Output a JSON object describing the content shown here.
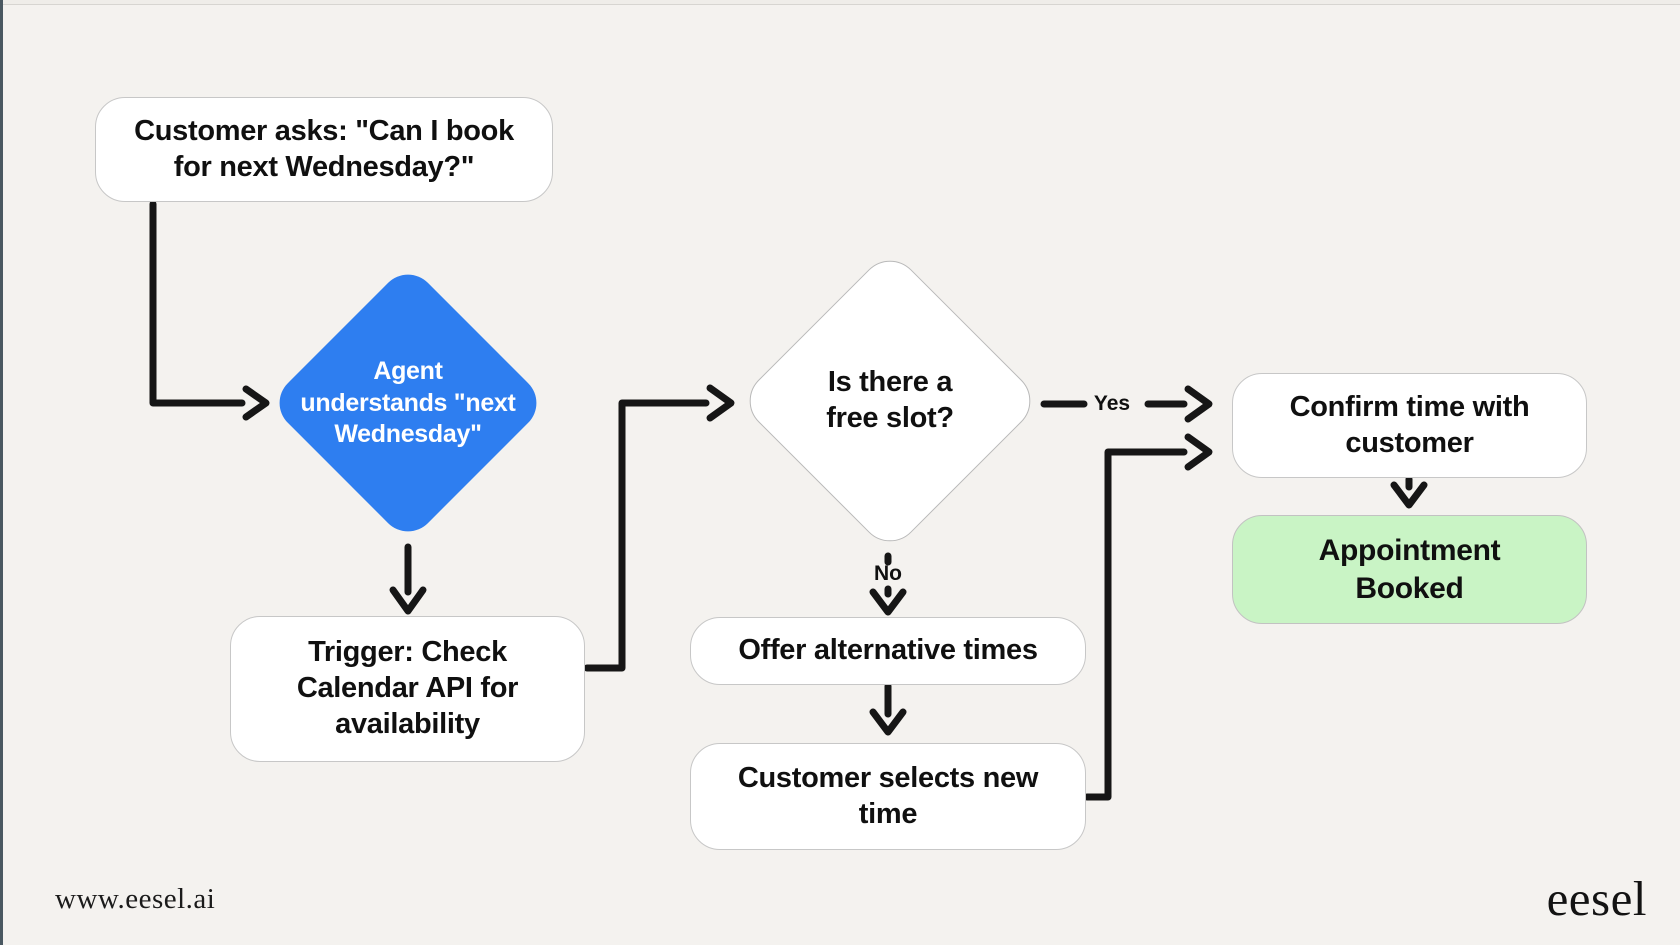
{
  "canvas": {
    "background": "#f4f2ef",
    "left_edge_color": "#4a5861",
    "top_edge_color": "#efede9"
  },
  "colors": {
    "ink": "#161616",
    "node_bg": "#ffffff",
    "node_border": "#c7c7c7",
    "decision_border": "#b9b9b9",
    "agent_diamond_bg": "#2e7ef0",
    "agent_diamond_text": "#ffffff",
    "success_bg": "#c9f4c5"
  },
  "nodes": {
    "customer_asks": {
      "label": "Customer asks: \"Can I book\nfor next Wednesday?\""
    },
    "agent_understands": {
      "label": "Agent\nunderstands \"next\nWednesday\""
    },
    "trigger_check": {
      "label": "Trigger: Check\nCalendar API for\navailability"
    },
    "free_slot": {
      "label": "Is there a\nfree slot?"
    },
    "confirm_time": {
      "label": "Confirm time with\ncustomer"
    },
    "appointment_booked": {
      "label": "Appointment\nBooked"
    },
    "offer_alternatives": {
      "label": "Offer alternative times"
    },
    "customer_selects": {
      "label": "Customer selects new\ntime"
    }
  },
  "edges": {
    "yes_label": "Yes",
    "no_label": "No"
  },
  "footer": {
    "website": "www.eesel.ai",
    "logo": "eesel"
  }
}
